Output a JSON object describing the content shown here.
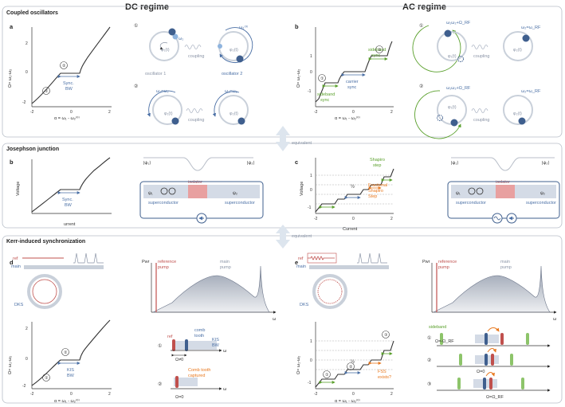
{
  "headers": {
    "dc": "DC regime",
    "ac": "AC regime"
  },
  "sections": {
    "coupled": "Coupled oscillators",
    "josephson": "Josephson junction",
    "kerr": "Kerr-induced synchronization",
    "equivalent": "equivalent"
  },
  "labels": {
    "a": "a",
    "b": "b",
    "c": "c",
    "d": "d",
    "e": "e"
  },
  "axes": {
    "omega_y": "Ω= ω₁-ω₂",
    "alpha_x": "α = ω₁ - ω₂⁽⁰⁾",
    "voltage": "Voltage",
    "urrent": "urrent",
    "current": "Current",
    "ticks_x": [
      "-2",
      "0",
      "2"
    ],
    "ticks_y_a": [
      "2",
      "0",
      "-2"
    ],
    "ticks_y_b": [
      "1",
      "0",
      "-1"
    ],
    "pwr": "Pwr",
    "omega": "ω"
  },
  "panel_a": {
    "sync_bw": "Sync.\nBW",
    "osc1": "oscillator 1",
    "osc2": "oscillator 2",
    "coupling": "coupling",
    "phi1": "φ₁(t)",
    "phi2": "φ₂(t)",
    "omega1": "ω₁",
    "omega2_0": "ω₂⁽⁰⁾",
    "omega_eq": "ω₁=ω₂"
  },
  "panel_b_ac": {
    "carrier_sync": "carrier\nsync",
    "sideband_sync_top": "sideband\nsync",
    "sideband_sync_bot": "sideband\nsync",
    "omega_mix": "ω₁ω₂+Ω_RF",
    "omega_rf": "ω₂=ω_RF"
  },
  "panel_josephson": {
    "psi1": "|ψ₁⟩",
    "psi2": "|ψ₂⟩",
    "isolator": "isolator",
    "superconductor": "superconductor",
    "psi1_box": "ψ₁",
    "psi2_box": "ψ₂",
    "sync_bw": "Sync.\nBW",
    "shapiro_step": "Shapiro\nstep",
    "frac_shapiro": "Fractional\nShapiro\nStep",
    "half": "½"
  },
  "panel_d": {
    "ref": "ref",
    "main": "main",
    "dks": "DKS",
    "kis_bw": "KIS\nBW",
    "ref_pump": "reference\npump",
    "main_pump": "main\npump",
    "comb_tooth": "comb\ntooth",
    "kis_bw_small": "KIS\nBW",
    "omega_ne0": "Ω≠0",
    "omega_eq0": "Ω=0",
    "captured": "Comb tooth\ncaptured"
  },
  "panel_e": {
    "fss": "FSS\nexists?",
    "sideband": "sideband",
    "omega_rf": "Ω=-Ω_RF",
    "omega0": "Ω=0",
    "omega_rf_pos": "Ω=Ω_RF"
  },
  "circles": {
    "one": "①",
    "two": "②",
    "three": "③"
  }
}
